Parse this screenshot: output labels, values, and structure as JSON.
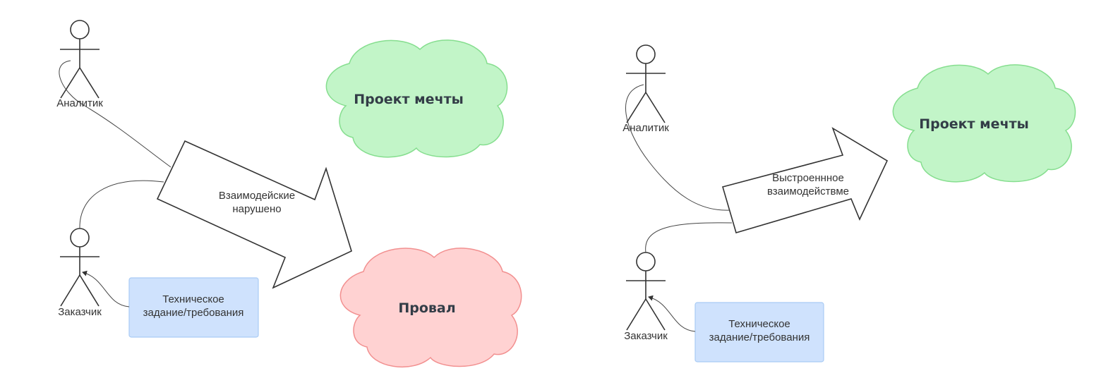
{
  "left_diagram": {
    "analyst_label": "Аналитик",
    "customer_label": "Заказчик",
    "arrow_text_line1": "Взаимодейские",
    "arrow_text_line2": "нарушено",
    "dream_cloud": "Проект мечты",
    "fail_cloud": "Провал",
    "spec_line1": "Техническое",
    "spec_line2": "задание/требования"
  },
  "right_diagram": {
    "analyst_label": "Аналитик",
    "customer_label": "Заказчик",
    "arrow_text_line1": "Выстроеннное",
    "arrow_text_line2": "взаимодействме",
    "dream_cloud": "Проект мечты",
    "spec_line1": "Техническое",
    "spec_line2": "задание/требования"
  },
  "colors": {
    "green_fill": "#c2f5c8",
    "green_stroke": "#86de8f",
    "red_fill": "#ffd2d2",
    "red_stroke": "#f29090",
    "blue_fill": "#cfe2fd",
    "blue_stroke": "#a9cbf5"
  }
}
